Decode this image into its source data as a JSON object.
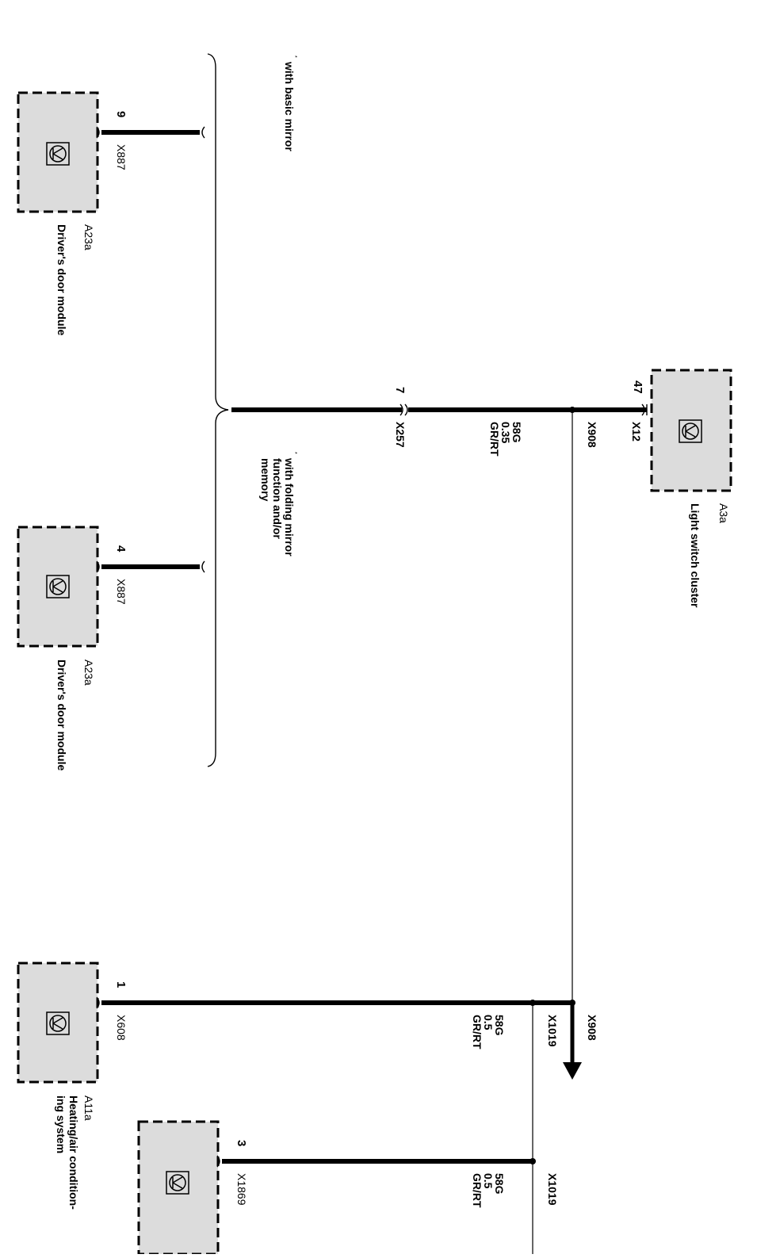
{
  "modules": {
    "a3a": {
      "id": "A3a",
      "name": "Light switch cluster",
      "connector": "X12",
      "pin": "47"
    },
    "a23a_1": {
      "id": "A23a",
      "name": "Driver's door module",
      "connector": "X887",
      "pin": "9"
    },
    "a23a_2": {
      "id": "A23a",
      "name": "Driver's door module",
      "connector": "X887",
      "pin": "4"
    },
    "a11a": {
      "id": "A11a",
      "name_line1": "Heating/air condition-",
      "name_line2": "ing system",
      "connector": "X608",
      "pin": "1"
    },
    "unnamed": {
      "connector": "X1869",
      "pin": "3"
    }
  },
  "connectors": {
    "x257": {
      "name": "X257",
      "pin": "7"
    },
    "x908_top": "X908",
    "x908_bottom": "X908",
    "x1019_a": "X1019",
    "x1019_b": "X1019"
  },
  "wires": {
    "w1": {
      "signal": "58G",
      "gauge": "0.35",
      "color": "GR/RT"
    },
    "w2": {
      "signal": "58G",
      "gauge": "0.5",
      "color": "GR/RT"
    },
    "w3": {
      "signal": "58G",
      "gauge": "0.5",
      "color": "GR/RT"
    }
  },
  "variants": {
    "basic": "with basic mirror",
    "folding_line1": "with folding mirror",
    "folding_line2": "function and/or",
    "folding_line3": "memory",
    "marker": "*"
  }
}
